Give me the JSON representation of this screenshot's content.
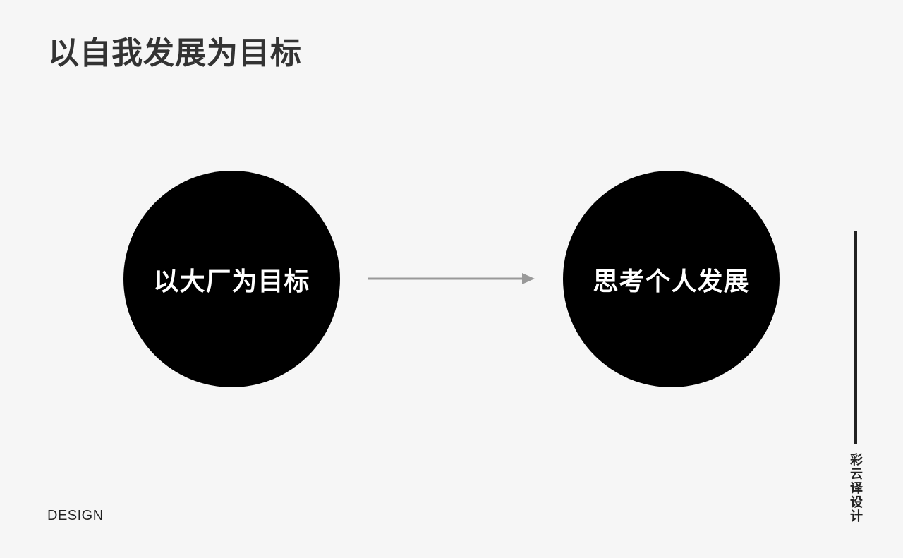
{
  "title": "以自我发展为目标",
  "diagram": {
    "from_node": {
      "label": "以大厂为目标"
    },
    "to_node": {
      "label": "思考个人发展"
    },
    "arrow": {
      "color": "#999999"
    }
  },
  "footer": {
    "left_text": "DESIGN",
    "side_text": "彩云译设计"
  },
  "colors": {
    "background": "#f6f6f6",
    "circle_fill": "#000000",
    "circle_text": "#ffffff",
    "title_text": "#333333"
  }
}
